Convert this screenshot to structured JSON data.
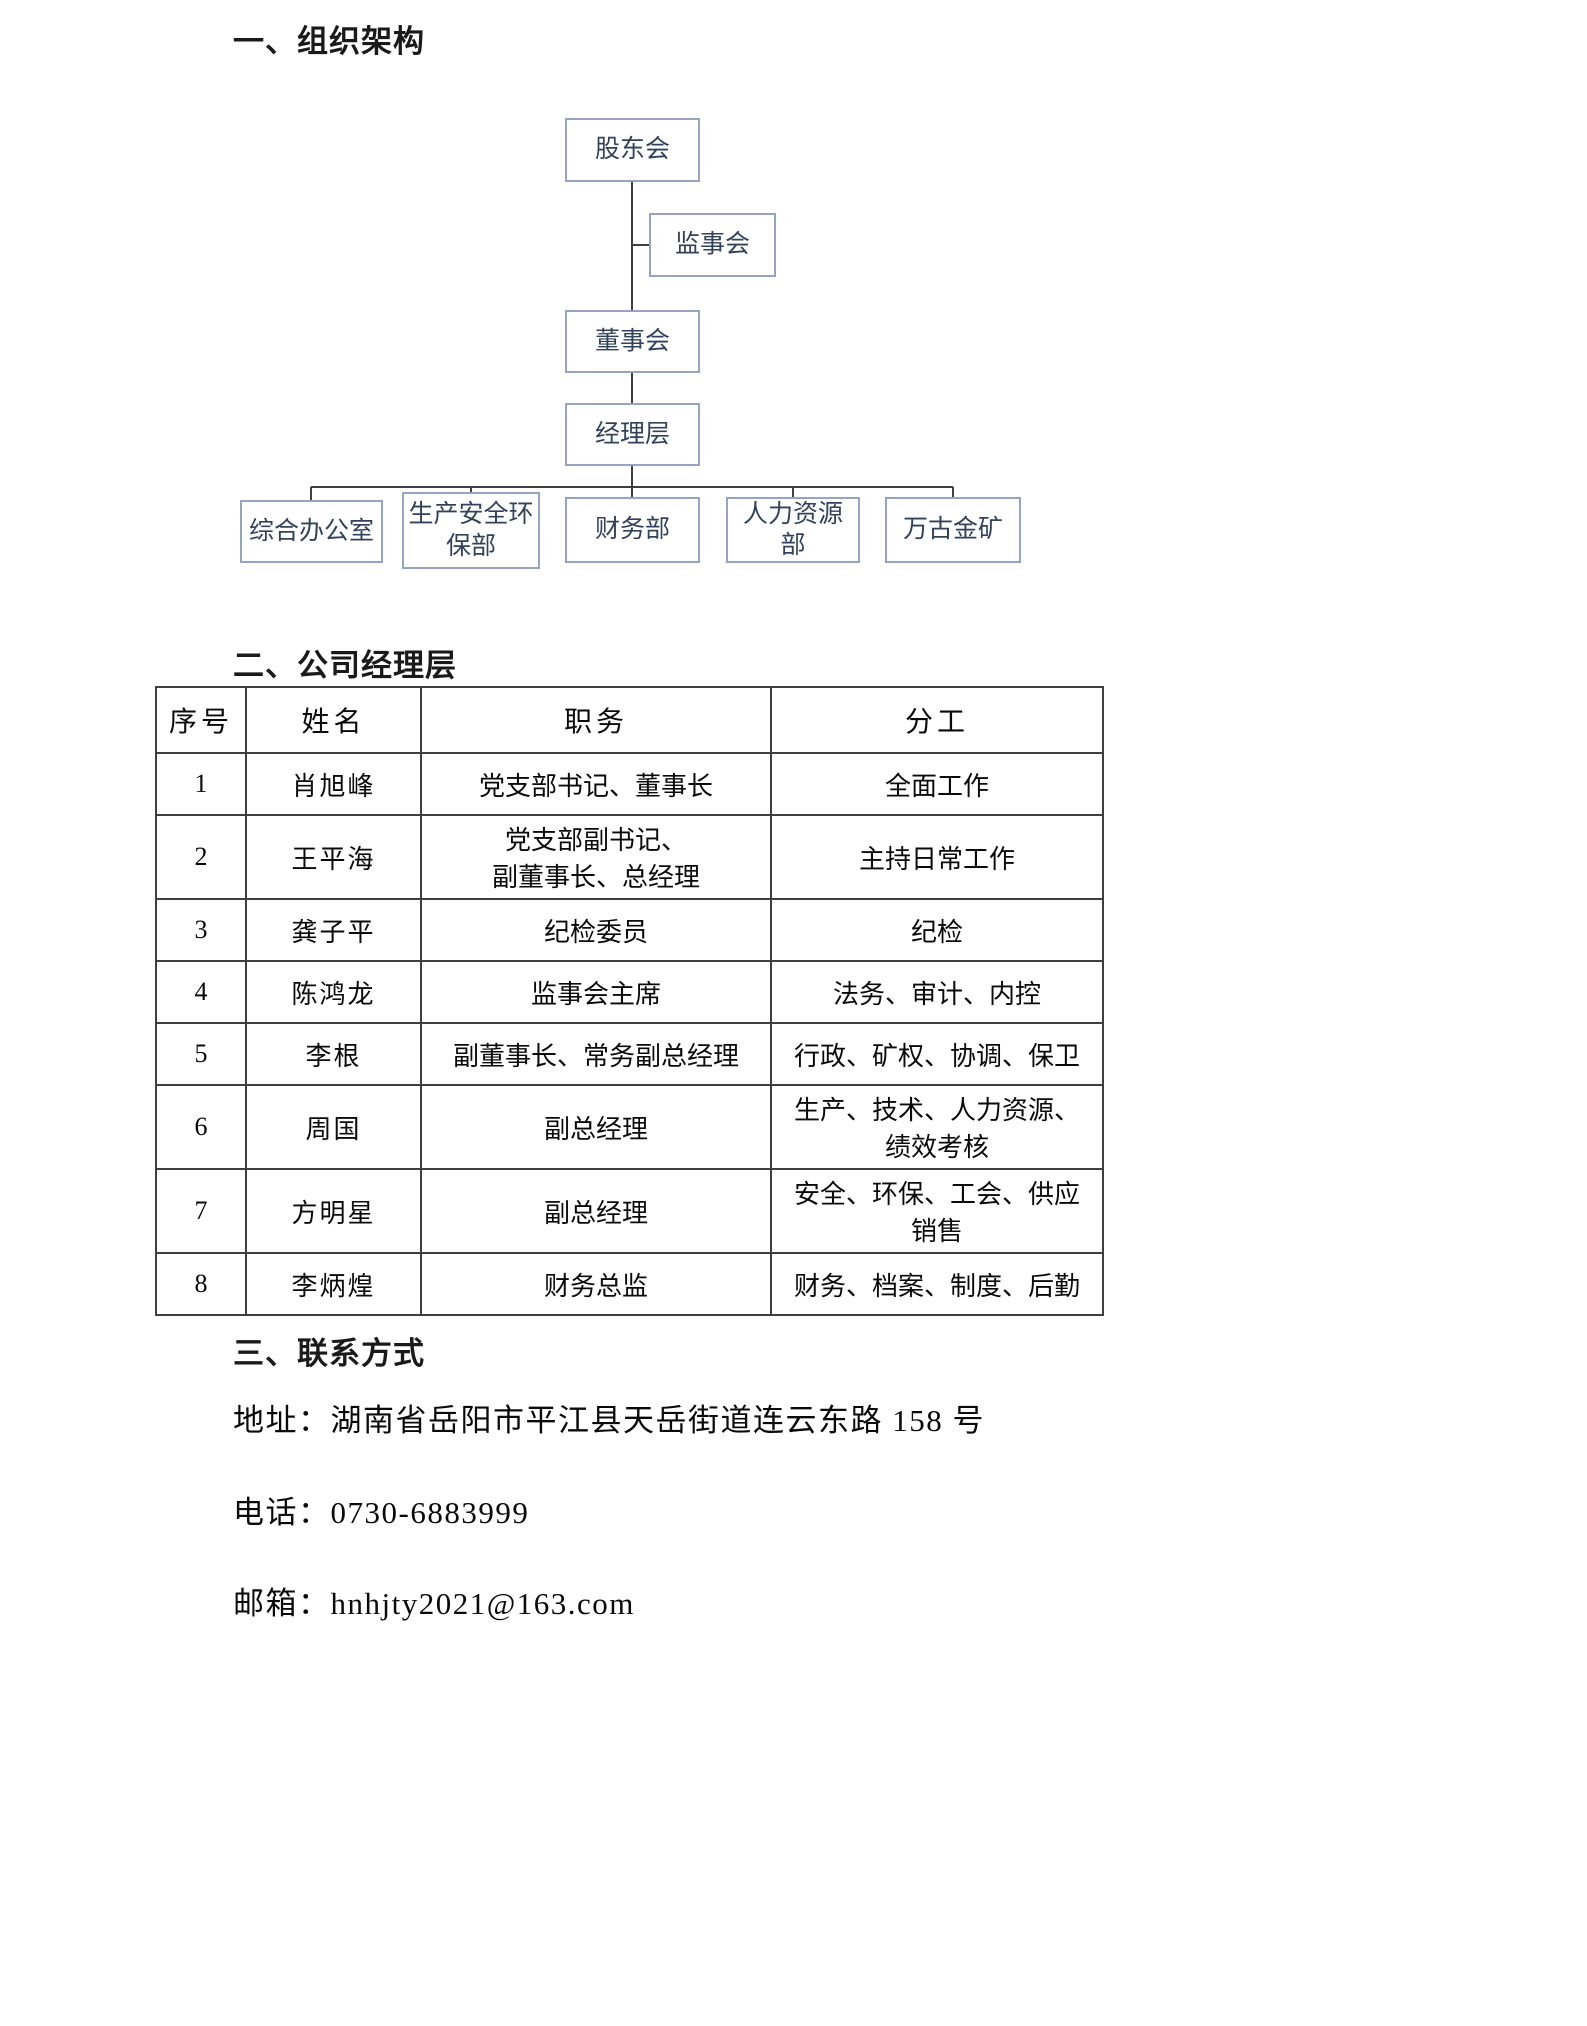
{
  "sections": {
    "org_title": "一、组织架构",
    "management_title": "二、公司经理层",
    "contact_title": "三、联系方式"
  },
  "org_chart": {
    "nodes": [
      {
        "label": "股东会"
      },
      {
        "label": "监事会"
      },
      {
        "label": "董事会"
      },
      {
        "label": "经理层"
      },
      {
        "label": "综合办公室"
      },
      {
        "label": "生产安全环保部"
      },
      {
        "label": "财务部"
      },
      {
        "label": "人力资源部"
      },
      {
        "label": "万古金矿"
      }
    ],
    "colors": {
      "box_border": "#95a3c4",
      "box_text": "#33425c",
      "connector": "#3f3f3f"
    }
  },
  "table": {
    "headers": [
      "序号",
      "姓名",
      "职务",
      "分工"
    ],
    "rows": [
      {
        "no": "1",
        "name": "肖旭峰",
        "title": "党支部书记、董事长",
        "duty": "全面工作"
      },
      {
        "no": "2",
        "name": "王平海",
        "title": "党支部副书记、\n副董事长、总经理",
        "duty": "主持日常工作"
      },
      {
        "no": "3",
        "name": "龚子平",
        "title": "纪检委员",
        "duty": "纪检"
      },
      {
        "no": "4",
        "name": "陈鸿龙",
        "title": "监事会主席",
        "duty": "法务、审计、内控"
      },
      {
        "no": "5",
        "name": "李根",
        "title": "副董事长、常务副总经理",
        "duty": "行政、矿权、协调、保卫"
      },
      {
        "no": "6",
        "name": "周国",
        "title": "副总经理",
        "duty": "生产、技术、人力资源、\n绩效考核"
      },
      {
        "no": "7",
        "name": "方明星",
        "title": "副总经理",
        "duty": "安全、环保、工会、供应\n销售"
      },
      {
        "no": "8",
        "name": "李炳煌",
        "title": "财务总监",
        "duty": "财务、档案、制度、后勤"
      }
    ]
  },
  "contact": {
    "address": "地址：湖南省岳阳市平江县天岳街道连云东路 158 号",
    "phone": "电话：0730-6883999",
    "email": "邮箱：hnhjty2021@163.com"
  }
}
